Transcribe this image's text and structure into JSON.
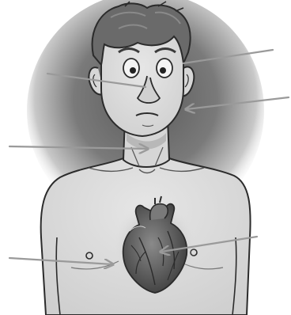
{
  "diagram": {
    "subject": "person-with-visible-heart",
    "pointers": [
      {
        "id": "pointer-eye",
        "target": "eye",
        "style": "plain-line"
      },
      {
        "id": "pointer-nose",
        "target": "nose",
        "style": "plain-line"
      },
      {
        "id": "pointer-ear",
        "target": "ear",
        "style": "arrow"
      },
      {
        "id": "pointer-neck",
        "target": "neck",
        "style": "arrow"
      },
      {
        "id": "pointer-heart-left",
        "target": "heart",
        "style": "arrow"
      },
      {
        "id": "pointer-heart-right",
        "target": "heart",
        "style": "arrow"
      }
    ]
  },
  "colors": {
    "background": "#ffffff",
    "glow": "#6e6e6e",
    "skin": "#dedede",
    "hair": "#6a6a6a",
    "heart": "#555555",
    "pointer": "#9a9a9a",
    "outline": "#2b2b2b"
  }
}
